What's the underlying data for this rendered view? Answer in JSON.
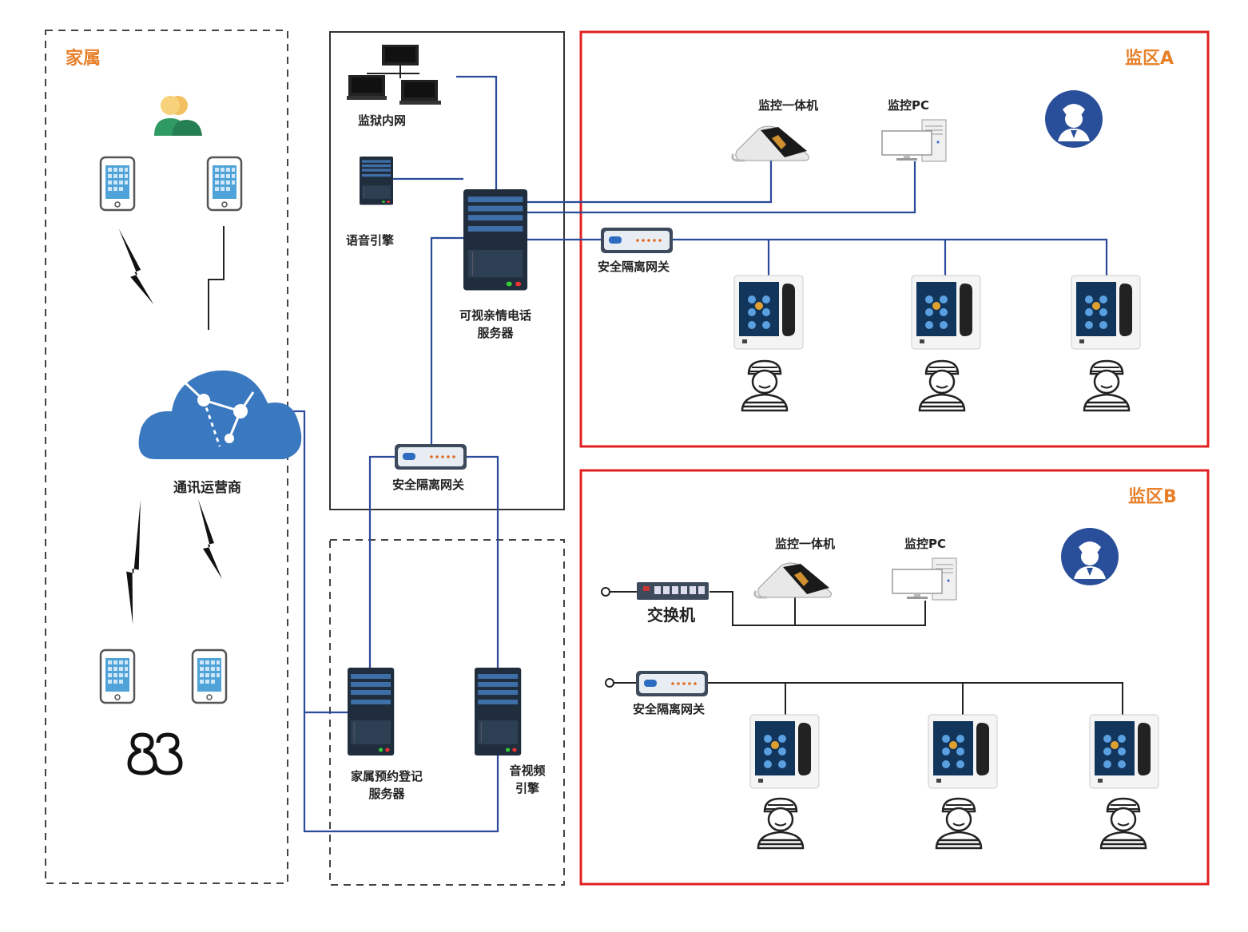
{
  "zones": {
    "family": "家属",
    "area_a": "监区A",
    "area_b": "监区B"
  },
  "labels": {
    "operator": "通讯运营商",
    "prison_intranet": "监狱内网",
    "voice_engine": "语音引擎",
    "video_server_line1": "可视亲情电话",
    "video_server_line2": "服务器",
    "gateway_middle": "安全隔离网关",
    "reg_server_line1": "家属预约登记",
    "reg_server_line2": "服务器",
    "av_engine_line1": "音视频",
    "av_engine_line2": "引擎",
    "a_monitor_unit": "监控一体机",
    "a_monitor_pc": "监控PC",
    "a_gateway": "安全隔离网关",
    "b_monitor_unit": "监控一体机",
    "b_monitor_pc": "监控PC",
    "b_switch": "交换机",
    "b_gateway": "安全隔离网关"
  },
  "icons": [
    "users-icon",
    "phone-icon",
    "cloud-icon",
    "lightning-icon",
    "wechat-mini-icon",
    "computer-network-icon",
    "server-icon",
    "gateway-icon",
    "terminal-icon",
    "inmate-icon",
    "guard-icon",
    "desktop-pc-icon",
    "switch-icon"
  ],
  "colors": {
    "accent_orange": "#e8802a",
    "zone_red": "#e02020",
    "link_blue": "#2b4a9a",
    "cloud_blue": "#3a78c0",
    "guard_blue": "#2a4f9a",
    "user_green": "#2f9a63"
  }
}
